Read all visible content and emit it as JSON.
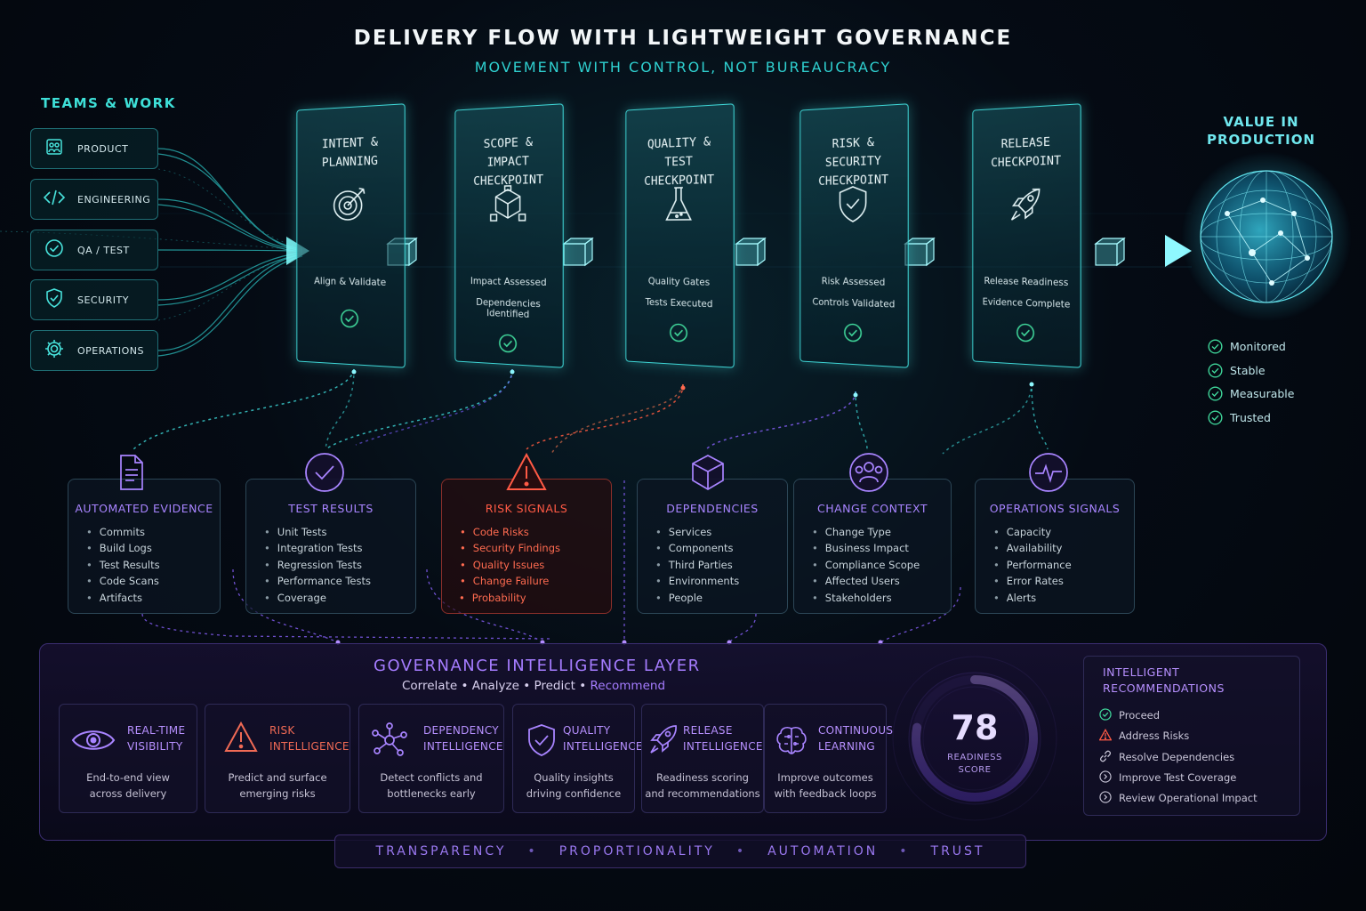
{
  "header": {
    "title": "DELIVERY FLOW WITH LIGHTWEIGHT GOVERNANCE",
    "subtitle": "MOVEMENT WITH CONTROL, NOT BUREAUCRACY"
  },
  "teams": {
    "heading": "TEAMS & WORK",
    "items": [
      {
        "label": "PRODUCT",
        "icon": "product-icon"
      },
      {
        "label": "ENGINEERING",
        "icon": "code-icon"
      },
      {
        "label": "QA / TEST",
        "icon": "check-circle-icon"
      },
      {
        "label": "SECURITY",
        "icon": "shield-icon"
      },
      {
        "label": "OPERATIONS",
        "icon": "gear-icon"
      }
    ]
  },
  "checkpoints": [
    {
      "title_1": "INTENT &",
      "title_2": "PLANNING",
      "line_1": "Align & Validate",
      "line_2": "",
      "icon": "target-icon"
    },
    {
      "title_1": "SCOPE & IMPACT",
      "title_2": "CHECKPOINT",
      "line_1": "Impact Assessed",
      "line_2": "Dependencies Identified",
      "icon": "cube-icon"
    },
    {
      "title_1": "QUALITY & TEST",
      "title_2": "CHECKPOINT",
      "line_1": "Quality Gates",
      "line_2": "Tests Executed",
      "icon": "flask-icon"
    },
    {
      "title_1": "RISK & SECURITY",
      "title_2": "CHECKPOINT",
      "line_1": "Risk Assessed",
      "line_2": "Controls Validated",
      "icon": "shield-check-icon"
    },
    {
      "title_1": "RELEASE",
      "title_2": "CHECKPOINT",
      "line_1": "Release Readiness",
      "line_2": "Evidence Complete",
      "icon": "rocket-icon"
    }
  ],
  "value": {
    "heading_1": "VALUE IN",
    "heading_2": "PRODUCTION",
    "items": [
      "Monitored",
      "Stable",
      "Measurable",
      "Trusted"
    ]
  },
  "signals": [
    {
      "title": "AUTOMATED EVIDENCE",
      "items": [
        "Commits",
        "Build Logs",
        "Test Results",
        "Code Scans",
        "Artifacts"
      ],
      "icon": "document-icon",
      "color": "#a884ff"
    },
    {
      "title": "TEST RESULTS",
      "items": [
        "Unit Tests",
        "Integration Tests",
        "Regression Tests",
        "Performance Tests",
        "Coverage"
      ],
      "icon": "check-circle-icon",
      "color": "#a884ff"
    },
    {
      "title": "RISK SIGNALS",
      "items": [
        "Code Risks",
        "Security Findings",
        "Quality Issues",
        "Change Failure",
        "Probability"
      ],
      "icon": "warning-icon",
      "color": "#ff5a45"
    },
    {
      "title": "DEPENDENCIES",
      "items": [
        "Services",
        "Components",
        "Third Parties",
        "Environments",
        "People"
      ],
      "icon": "cube-icon",
      "color": "#a884ff"
    },
    {
      "title": "CHANGE CONTEXT",
      "items": [
        "Change Type",
        "Business Impact",
        "Compliance Scope",
        "Affected Users",
        "Stakeholders"
      ],
      "icon": "people-icon",
      "color": "#a884ff"
    },
    {
      "title": "OPERATIONS SIGNALS",
      "items": [
        "Capacity",
        "Availability",
        "Performance",
        "Error Rates",
        "Alerts"
      ],
      "icon": "pulse-icon",
      "color": "#a884ff"
    }
  ],
  "governance": {
    "title": "GOVERNANCE INTELLIGENCE LAYER",
    "sub_1": "Correlate • Analyze • Predict • ",
    "sub_2": "Recommend",
    "capabilities": [
      {
        "title_1": "REAL-TIME",
        "title_2": "VISIBILITY",
        "desc_1": "End-to-end view",
        "desc_2": "across delivery",
        "icon": "eye-icon"
      },
      {
        "title_1": "RISK",
        "title_2": "INTELLIGENCE",
        "desc_1": "Predict and surface",
        "desc_2": "emerging risks",
        "icon": "warning-icon"
      },
      {
        "title_1": "DEPENDENCY",
        "title_2": "INTELLIGENCE",
        "desc_1": "Detect conflicts and",
        "desc_2": "bottlenecks early",
        "icon": "network-icon"
      },
      {
        "title_1": "QUALITY",
        "title_2": "INTELLIGENCE",
        "desc_1": "Quality insights",
        "desc_2": "driving confidence",
        "icon": "shield-check-icon"
      },
      {
        "title_1": "RELEASE",
        "title_2": "INTELLIGENCE",
        "desc_1": "Readiness scoring",
        "desc_2": "and recommendations",
        "icon": "rocket-icon"
      },
      {
        "title_1": "CONTINUOUS",
        "title_2": "LEARNING",
        "desc_1": "Improve outcomes",
        "desc_2": "with feedback loops",
        "icon": "brain-icon"
      }
    ],
    "score": {
      "value": 78,
      "max": 100,
      "label_1": "READINESS",
      "label_2": "SCORE"
    },
    "recommendations": {
      "title_1": "INTELLIGENT",
      "title_2": "RECOMMENDATIONS",
      "items": [
        {
          "label": "Proceed",
          "icon": "check-circle-icon",
          "color": "#3fd69a"
        },
        {
          "label": "Address Risks",
          "icon": "warning-icon",
          "color": "#ff5a45"
        },
        {
          "label": "Resolve Dependencies",
          "icon": "link-icon",
          "color": "#c9c6d8"
        },
        {
          "label": "Improve Test Coverage",
          "icon": "arrow-circle-icon",
          "color": "#c9c6d8"
        },
        {
          "label": "Review Operational Impact",
          "icon": "arrow-circle-icon",
          "color": "#c9c6d8"
        }
      ]
    },
    "principles": [
      "TRANSPARENCY",
      "PROPORTIONALITY",
      "AUTOMATION",
      "TRUST"
    ]
  },
  "colors": {
    "cyan": "#3fd6d6",
    "violet": "#a884ff",
    "red": "#ff5a45",
    "green": "#3fd69a"
  }
}
